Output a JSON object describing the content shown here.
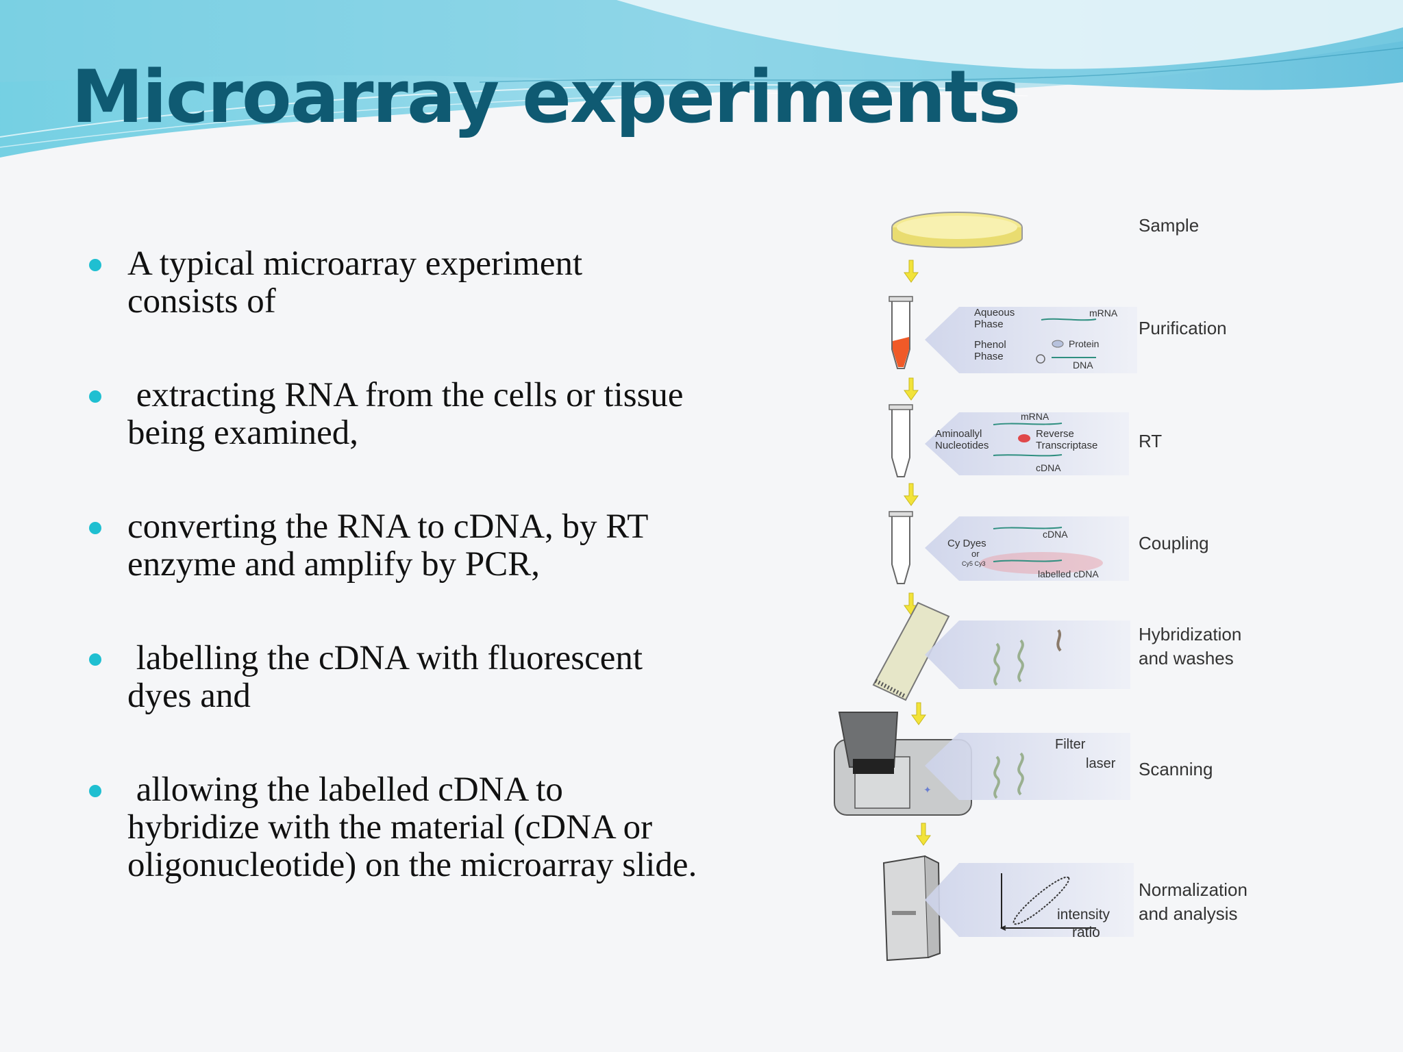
{
  "title": "Microarray experiments",
  "bullets": [
    "A typical microarray experiment\nconsists of",
    " extracting RNA from the cells or tissue\nbeing examined,",
    "converting the RNA to cDNA, by RT\nenzyme and amplify by PCR,",
    " labelling the cDNA with fluorescent\ndyes and",
    " allowing the labelled cDNA to\nhybridize with the material (cDNA or\noligonucleotide) on the microarray slide."
  ],
  "diagram": {
    "steps": {
      "sample": "Sample",
      "purification": "Purification",
      "rt": "RT",
      "coupling": "Coupling",
      "hybridization_1": "Hybridization",
      "hybridization_2": "and washes",
      "scanning": "Scanning",
      "normalization_1": "Normalization",
      "normalization_2": "and analysis"
    },
    "callouts": {
      "aqueous_1": "Aqueous",
      "aqueous_2": "Phase",
      "mrna": "mRNA",
      "phenol_1": "Phenol",
      "phenol_2": "Phase",
      "protein": "Protein",
      "dna": "DNA",
      "rt_mrna": "mRNA",
      "aminoallyl_1": "Aminoallyl",
      "aminoallyl_2": "Nucleotides",
      "reverse_1": "Reverse",
      "reverse_2": "Transcriptase",
      "rt_cdna": "cDNA",
      "cy_dyes": "Cy Dyes",
      "or": "or",
      "cy5cy3": "Cy5 Cy3",
      "coupling_cdna": "cDNA",
      "labelled_cdna": "labelled cDNA",
      "filter": "Filter",
      "laser": "laser",
      "intensity": "intensity",
      "ratio": "ratio"
    },
    "colors": {
      "tube_liquid": "#f05a28",
      "arrow": "#f2e33a",
      "petri": "#f6ef9a"
    }
  }
}
